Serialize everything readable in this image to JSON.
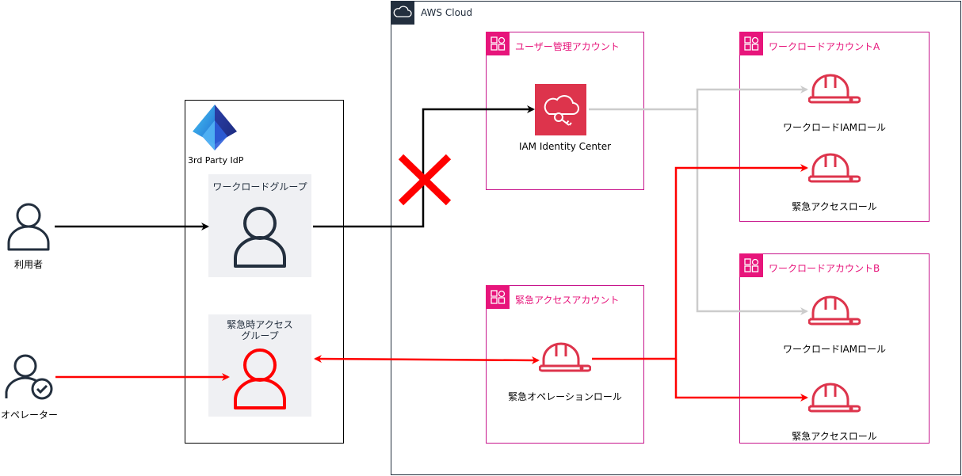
{
  "cloud": {
    "label": "AWS Cloud",
    "icon": "cloud-icon"
  },
  "idp": {
    "label": "3rd Party IdP",
    "icon": "entra-id-logo-icon"
  },
  "groups": {
    "workload": "ワークロードグループ",
    "emergency_line1": "緊急時アクセス",
    "emergency_line2": "グループ"
  },
  "actors": {
    "user": "利用者",
    "operator": "オペレーター"
  },
  "accounts": {
    "user_mgmt": "ユーザー管理アカウント",
    "emergency": "緊急アクセスアカウント",
    "workload_a": "ワークロードアカウントA",
    "workload_b": "ワークロードアカウントB"
  },
  "services": {
    "iam_identity_center": "IAM Identity Center"
  },
  "roles": {
    "emergency_operation": "緊急オペレーションロール",
    "workload_a_role": "ワークロードIAMロール",
    "workload_a_emergency": "緊急アクセスロール",
    "workload_b_role": "ワークロードIAMロール",
    "workload_b_emergency": "緊急アクセスロール"
  },
  "colors": {
    "aws_dark": "#232f3e",
    "account_pink": "#e7157b",
    "account_border": "#c7158c",
    "iam_red": "#dd344c",
    "emergency_red": "#ff0000",
    "disabled_gray": "#cccccc",
    "group_bg": "#eff0f3",
    "idp_blue": "#1f6ed4"
  }
}
